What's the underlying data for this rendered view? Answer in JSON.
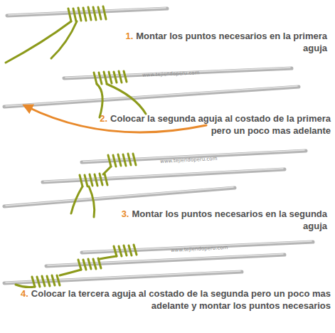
{
  "diagram": {
    "labels": [
      "1.",
      "Montar los puntos necesarios en la primera aguja",
      "www.tejiendoperu.com",
      "2.",
      "Colocar la segunda aguja al costado de la primera pero un poco mas adelante",
      "www.tejiendoperu.com",
      "3.",
      "Montar los puntos necesarios en la segunda aguja",
      "www.tejiendoperu.com",
      "4.",
      "Colocar la tercera aguja al costado de la segunda pero un poco mas adelante y montar los puntos necesarios"
    ]
  }
}
